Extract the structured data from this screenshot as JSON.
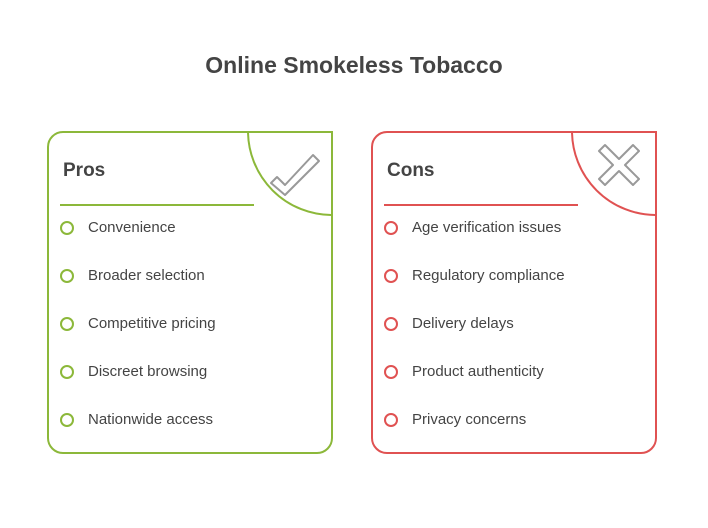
{
  "title": "Online Smokeless Tobacco",
  "pros": {
    "heading": "Pros",
    "color": "#8cb83a",
    "icon": "checkmark-icon",
    "items": [
      "Convenience",
      "Broader selection",
      "Competitive pricing",
      "Discreet browsing",
      "Nationwide access"
    ]
  },
  "cons": {
    "heading": "Cons",
    "color": "#e05252",
    "icon": "x-icon",
    "items": [
      "Age verification issues",
      "Regulatory compliance",
      "Delivery delays",
      "Product authenticity",
      "Privacy concerns"
    ]
  }
}
